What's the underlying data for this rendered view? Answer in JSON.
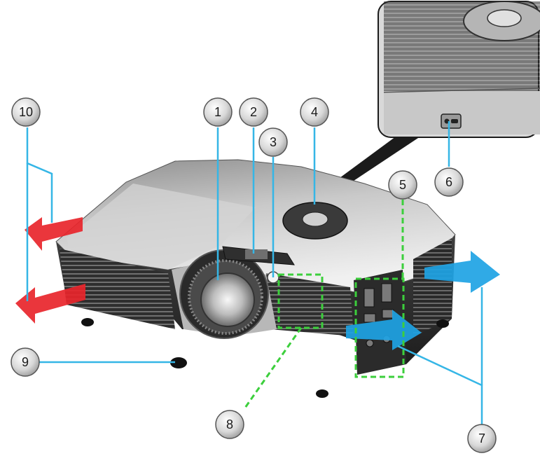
{
  "callouts": [
    {
      "id": "1",
      "label": "1"
    },
    {
      "id": "2",
      "label": "2"
    },
    {
      "id": "3",
      "label": "3"
    },
    {
      "id": "4",
      "label": "4"
    },
    {
      "id": "5",
      "label": "5"
    },
    {
      "id": "6",
      "label": "6"
    },
    {
      "id": "7",
      "label": "7"
    },
    {
      "id": "8",
      "label": "8"
    },
    {
      "id": "9",
      "label": "9"
    },
    {
      "id": "10",
      "label": "10"
    }
  ],
  "colors": {
    "leader_line": "#35b6e6",
    "dashed_outline": "#3ccf3c",
    "exhaust_arrow": "#e8252b",
    "intake_arrow": "#1ea3e4",
    "body_dark": "#3c3c3c",
    "body_light": "#cfcfcf"
  }
}
